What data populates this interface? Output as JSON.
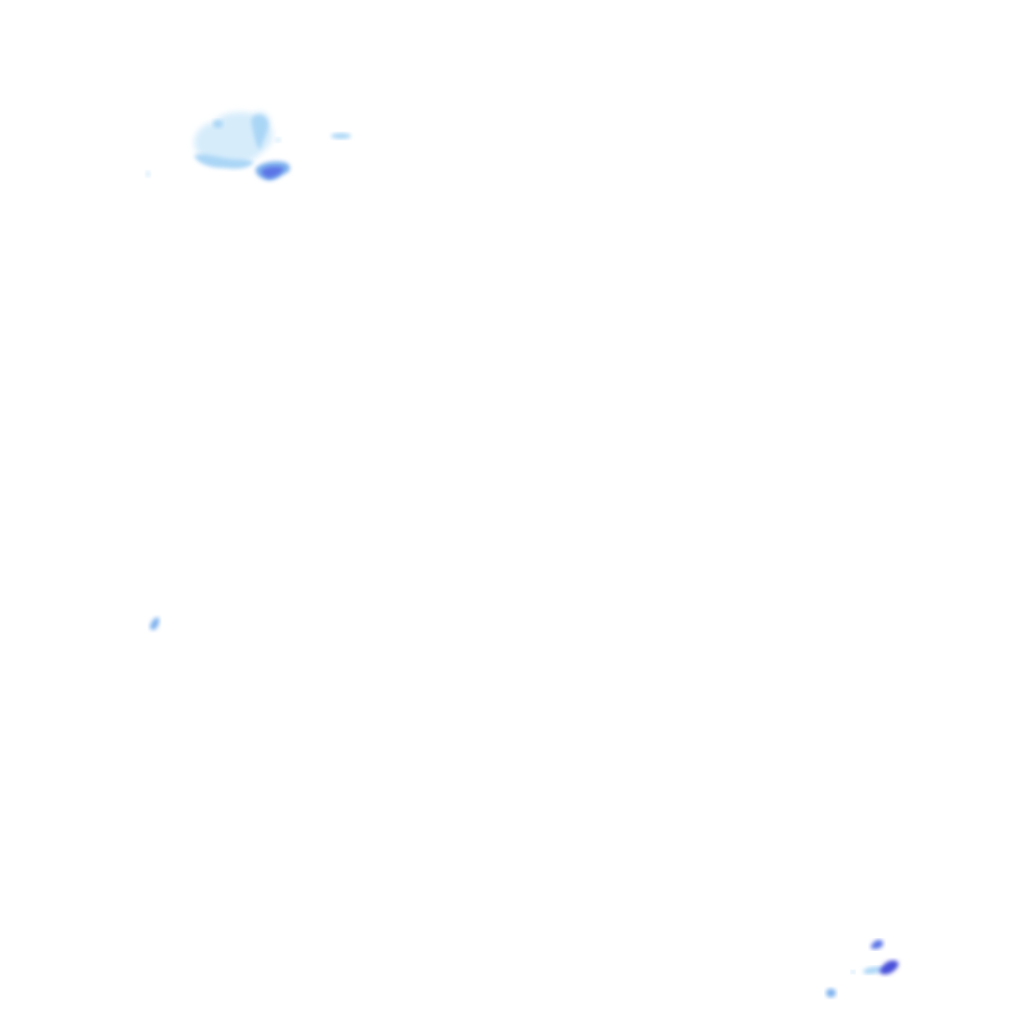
{
  "map": {
    "type": "precipitation-radar-overlay",
    "background": "#ffffff",
    "intensity_colors": {
      "very_light": "#d6ecfb",
      "light": "#aad6f6",
      "moderate": "#7fb2ee",
      "heavy": "#5b74e6",
      "very_heavy": "#4a4fd9"
    },
    "cells": [
      {
        "id": "north-west-cluster",
        "intensity": "light"
      },
      {
        "id": "north-west-core",
        "intensity": "heavy"
      },
      {
        "id": "north-streak",
        "intensity": "light"
      },
      {
        "id": "west-speck",
        "intensity": "moderate"
      },
      {
        "id": "south-east-cluster",
        "intensity": "very_heavy"
      }
    ]
  }
}
